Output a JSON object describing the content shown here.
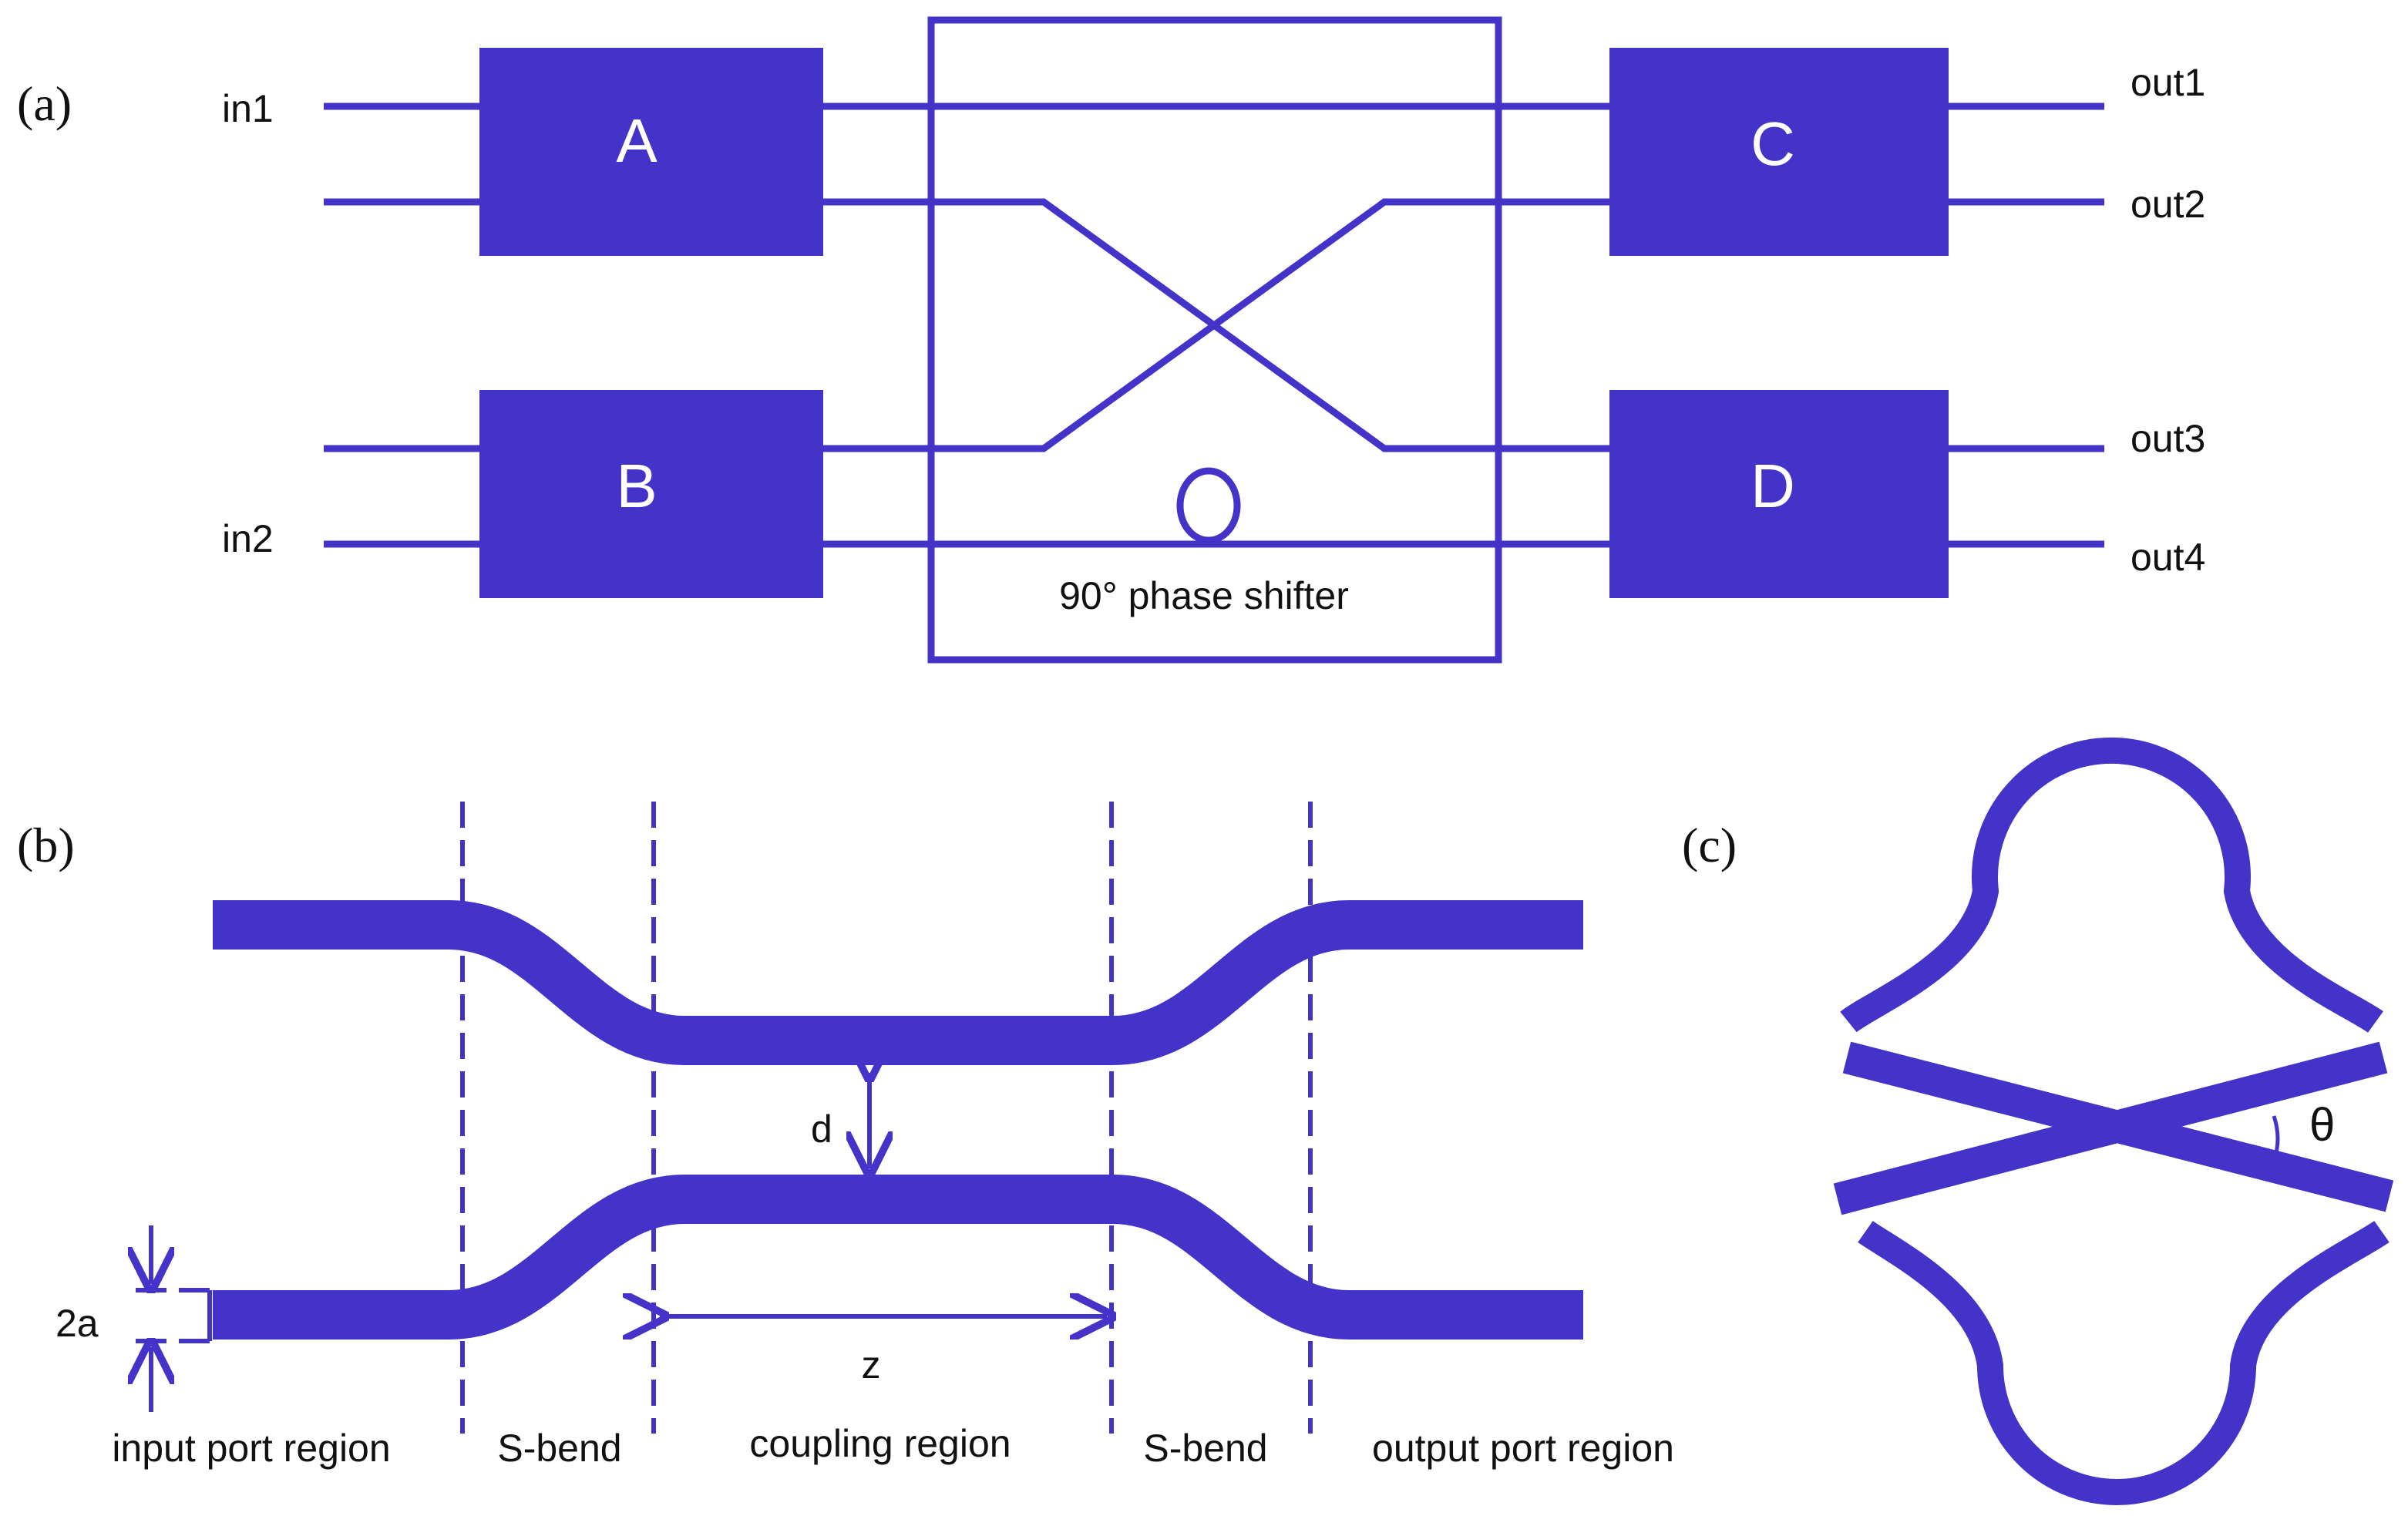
{
  "colors": {
    "waveguide": "#4433c8",
    "text": "#111111",
    "block_text": "#ffffff",
    "background": "#ffffff"
  },
  "panel_a": {
    "label": "(a)",
    "inputs": [
      "in1",
      "in2"
    ],
    "blocks": [
      "A",
      "B",
      "C",
      "D"
    ],
    "outputs": [
      "out1",
      "out2",
      "out3",
      "out4"
    ],
    "phase_shifter": "90° phase shifter"
  },
  "panel_b": {
    "label": "(b)",
    "dimensions": {
      "gap": "d",
      "width": "2a",
      "length": "z"
    },
    "regions": [
      "input port region",
      "S-bend",
      "coupling region",
      "S-bend",
      "output port region"
    ]
  },
  "panel_c": {
    "label": "(c)",
    "angle": "θ"
  }
}
